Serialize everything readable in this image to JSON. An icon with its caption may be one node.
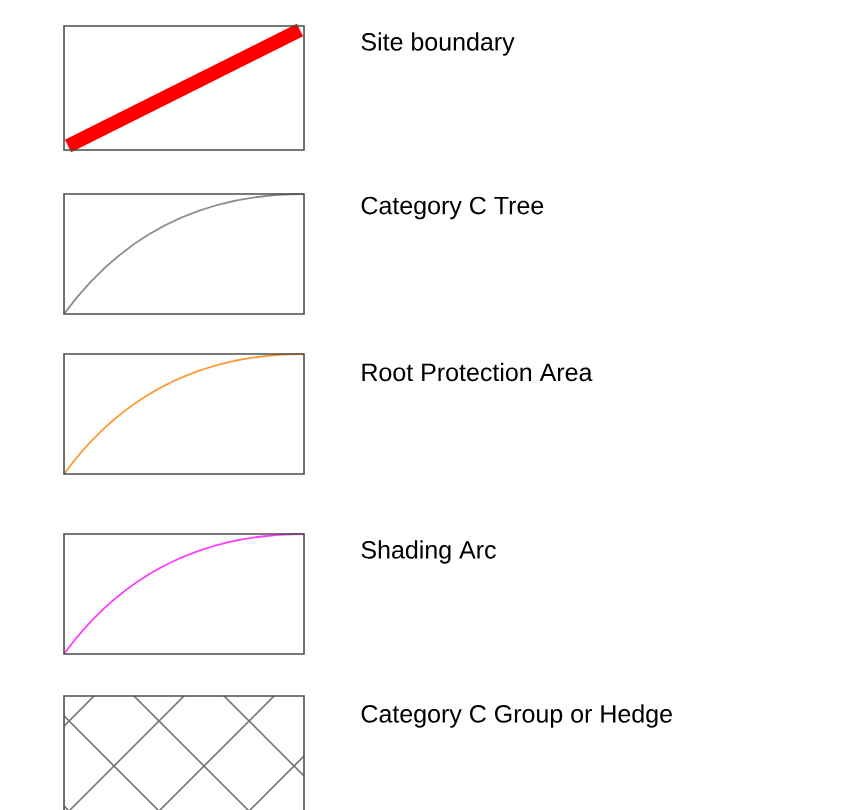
{
  "diagram": {
    "legend": [
      {
        "text": "Site boundary"
      },
      {
        "text": "Category C Tree"
      },
      {
        "text": "Root Protection Area"
      },
      {
        "text": "Shading Arc"
      },
      {
        "text": "Category C Group or Hedge"
      }
    ]
  }
}
